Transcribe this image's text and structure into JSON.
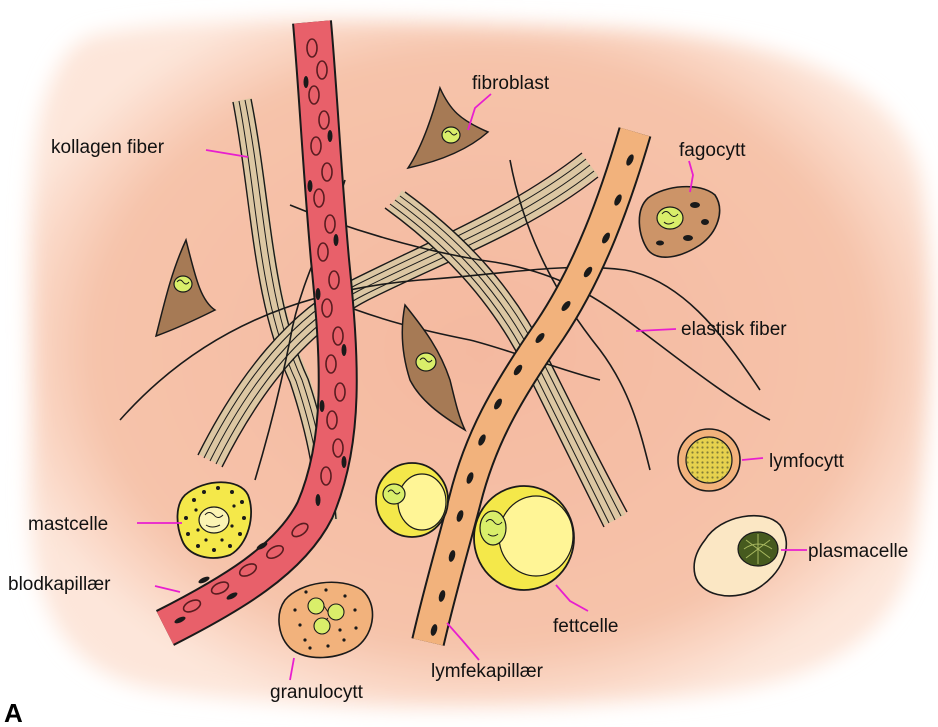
{
  "panel_letter": "A",
  "colors": {
    "tissue": "#f6c2a6",
    "tissue_edge": "#fde3d4",
    "blood_capillary": "#e8606a",
    "lymph_capillary": "#f2b27c",
    "collagen": "#dcc7a3",
    "fibroblast": "#a67a55",
    "yellow_cell": "#f4e84a",
    "fat_droplet": "#fff596",
    "leader_line": "#e81ecf",
    "outline": "#1a1a1a"
  },
  "labels": {
    "collagen_fiber": "kollagen fiber",
    "fibroblast": "fibroblast",
    "phagocyte": "fagocytt",
    "elastic_fiber": "elastisk fiber",
    "lymphocyte": "lymfocytt",
    "mast_cell": "mastcelle",
    "plasma_cell": "plasmacelle",
    "blood_capillary": "blodkapillær",
    "fat_cell": "fettcelle",
    "granulocyte": "granulocytt",
    "lymph_capillary": "lymfekapillær"
  }
}
